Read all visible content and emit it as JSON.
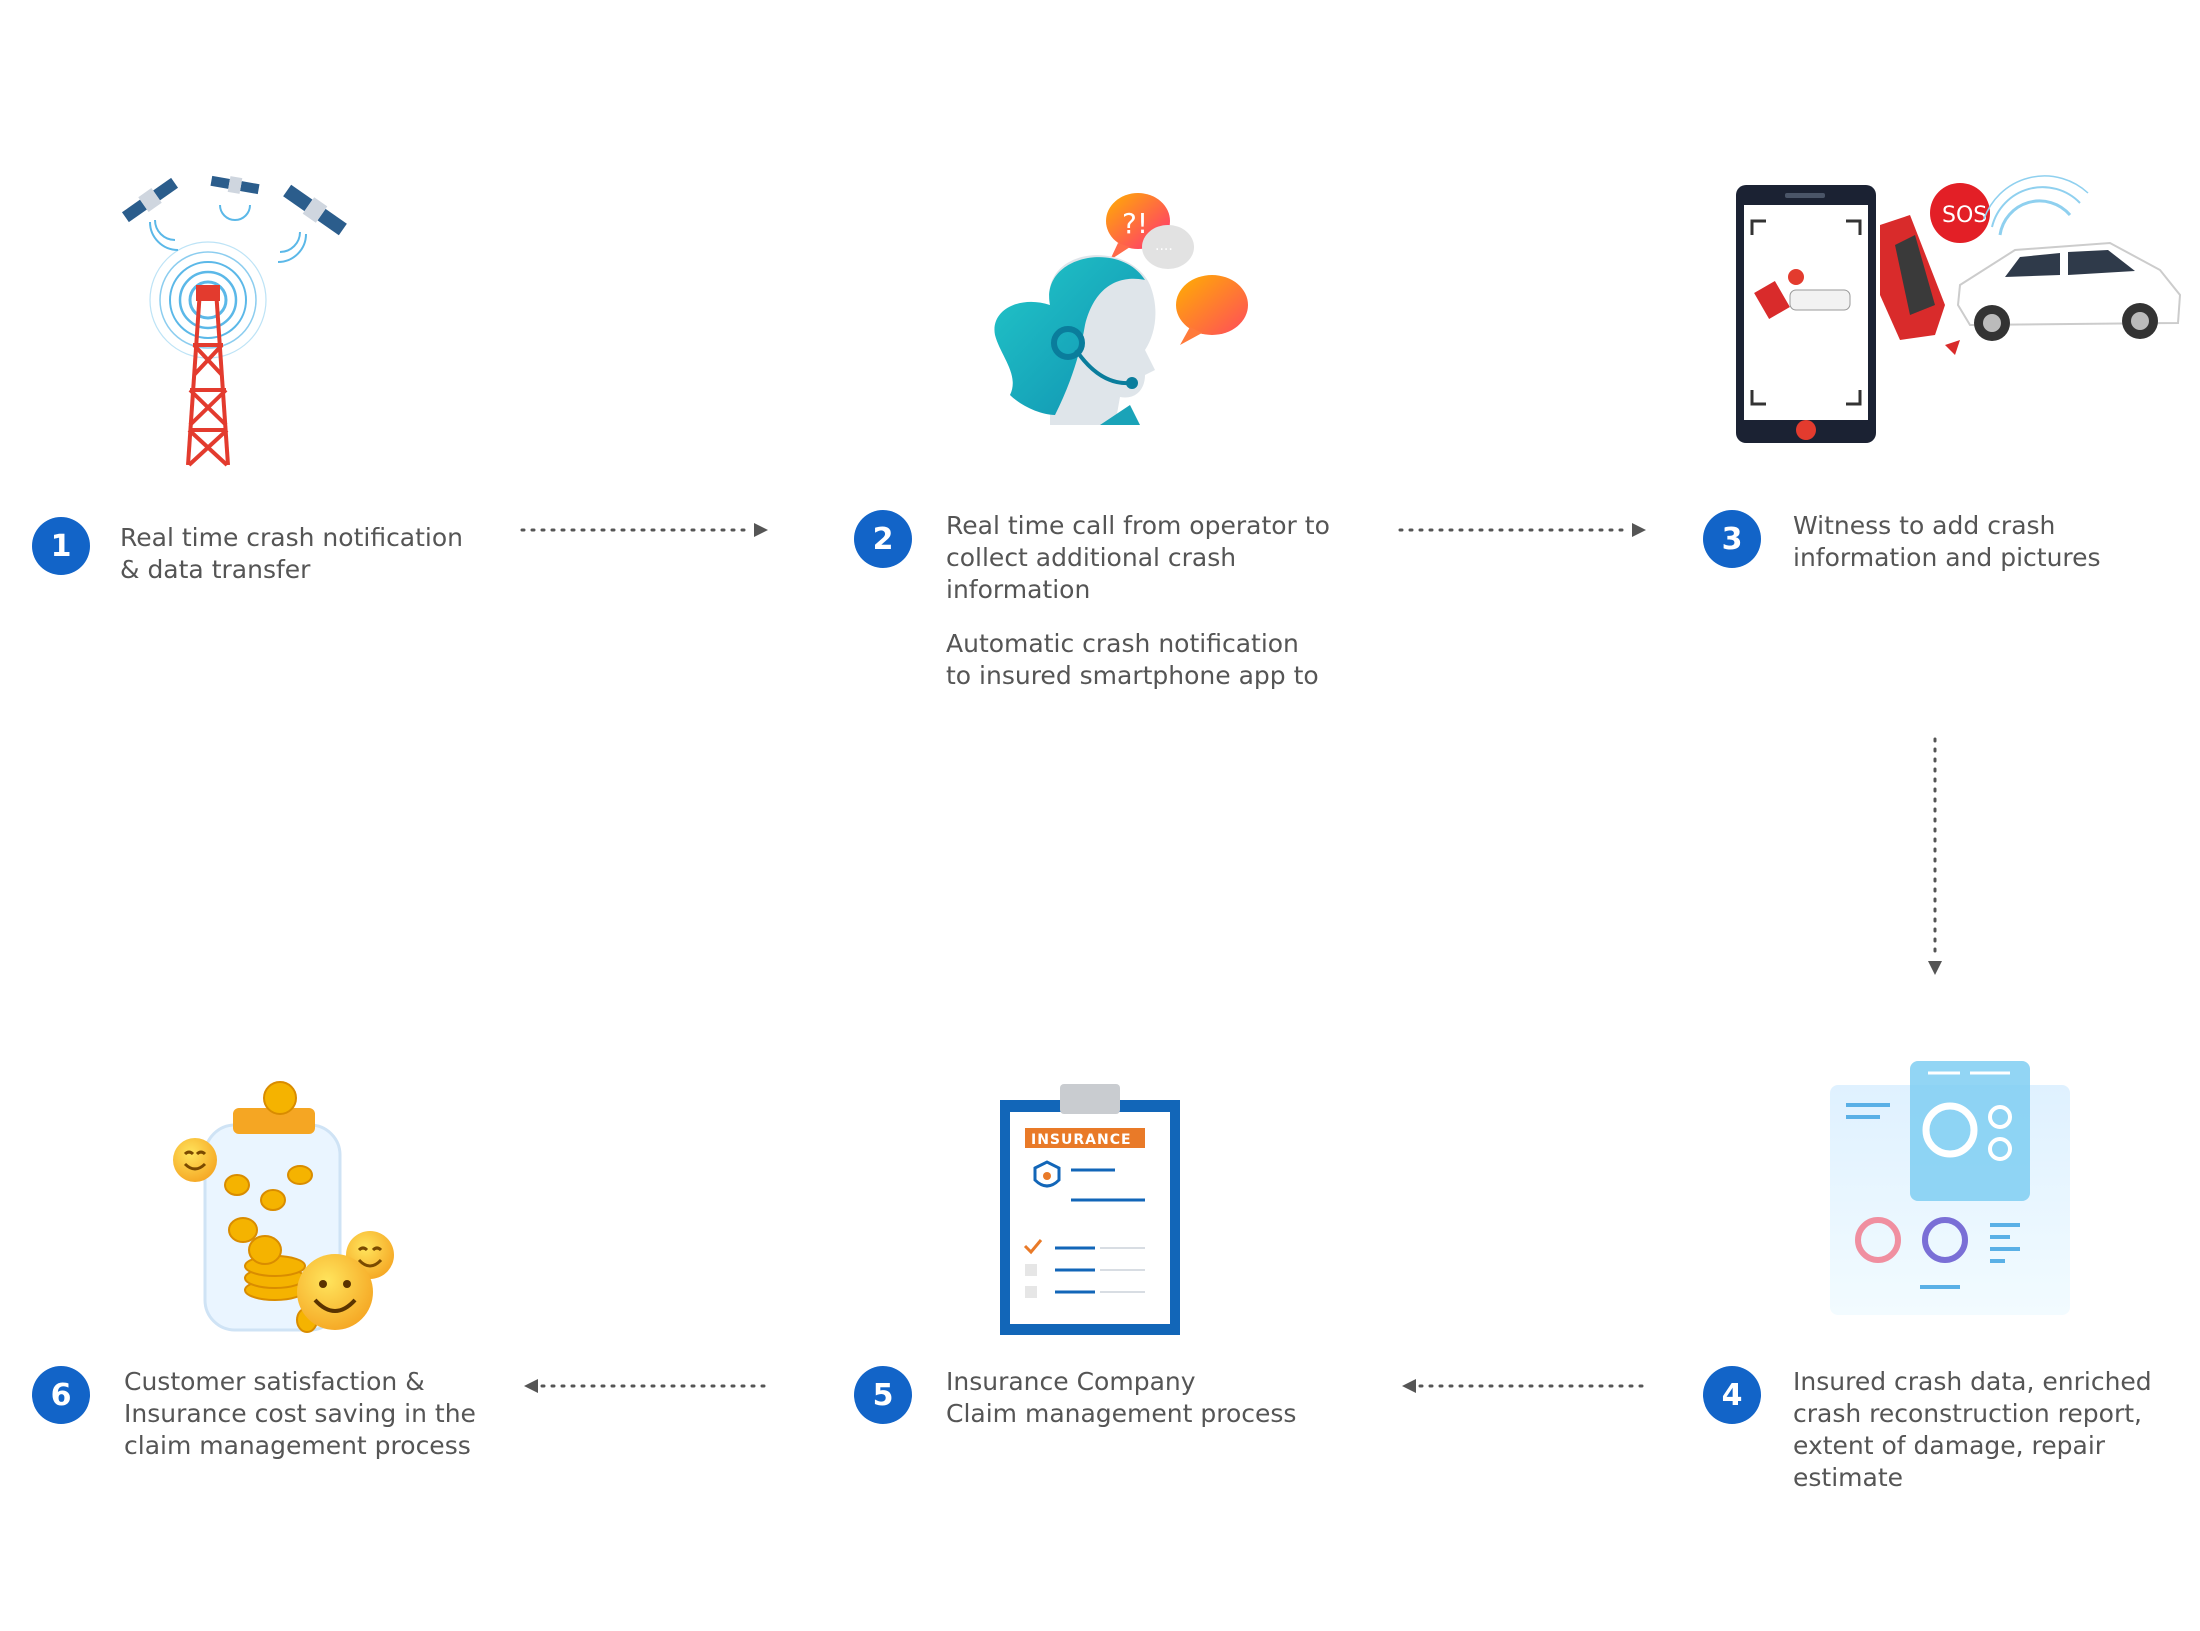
{
  "colors": {
    "badge": "#1264c8",
    "text": "#555555",
    "arrow": "#555555"
  },
  "steps": [
    {
      "number": "1",
      "text": "Real time crash notification\n& data transfer",
      "icon": "satellite-tower-icon"
    },
    {
      "number": "2",
      "text": "Real time call from operator to\ncollect additional crash\ninformation",
      "text2": "Automatic crash notification\nto insured smartphone app to",
      "icon": "call-center-operator-icon"
    },
    {
      "number": "3",
      "text": "Witness to add crash\ninformation and pictures",
      "icon": "smartphone-crash-photo-icon",
      "sos": "SOS"
    },
    {
      "number": "4",
      "text": "Insured crash data, enriched\ncrash reconstruction report,\nextent of damage, repair\nestimate",
      "icon": "data-report-dashboard-icon"
    },
    {
      "number": "5",
      "text": "Insurance Company\nClaim management process",
      "icon": "insurance-clipboard-icon",
      "label": "INSURANCE"
    },
    {
      "number": "6",
      "text": "Customer satisfaction &\nInsurance cost saving in the\nclaim management process",
      "icon": "coin-jar-smiles-icon"
    }
  ]
}
